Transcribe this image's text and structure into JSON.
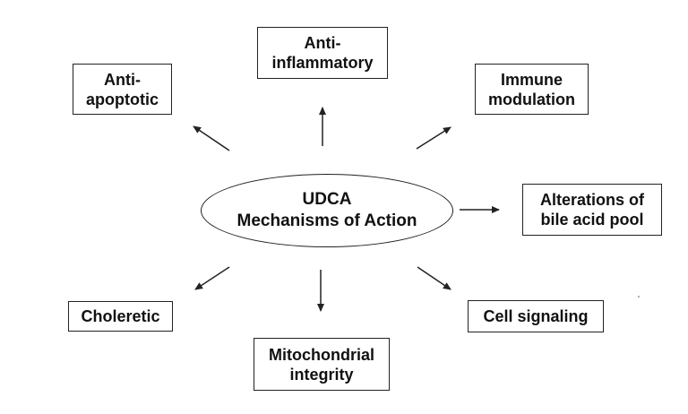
{
  "diagram": {
    "center": {
      "line1": "UDCA",
      "line2": "Mechanisms of Action"
    },
    "nodes": {
      "anti_inflammatory": {
        "line1": "Anti-",
        "line2": "inflammatory"
      },
      "anti_apoptotic": {
        "line1": "Anti-",
        "line2": "apoptotic"
      },
      "immune_modulation": {
        "line1": "Immune",
        "line2": "modulation"
      },
      "bile_acid_pool": {
        "line1": "Alterations of",
        "line2": "bile acid pool"
      },
      "choleretic": {
        "line1": "Choleretic"
      },
      "cell_signaling": {
        "line1": "Cell signaling"
      },
      "mitochondrial_integrity": {
        "line1": "Mitochondrial",
        "line2": "integrity"
      }
    }
  }
}
